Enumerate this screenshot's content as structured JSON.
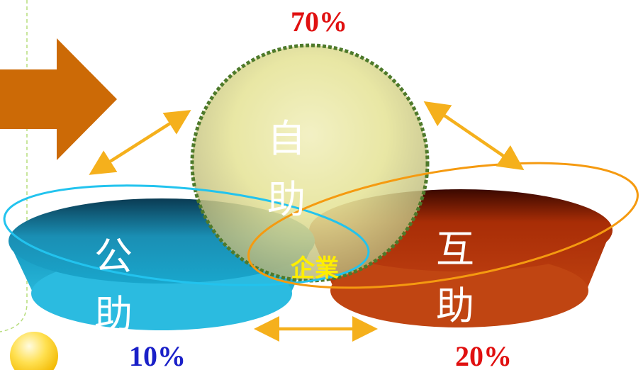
{
  "diagram": {
    "self_help": {
      "label_top": "自",
      "label_bottom": "助",
      "percent": "70%"
    },
    "public_help": {
      "label_top": "公",
      "label_bottom": "助",
      "percent": "10%"
    },
    "mutual_help": {
      "label_top": "互",
      "label_bottom": "助",
      "percent": "20%"
    },
    "center": {
      "label": "企業"
    }
  },
  "colors": {
    "self_help_percent": "#e01010",
    "public_help_percent": "#1a20c8",
    "mutual_help_percent": "#e01010",
    "arrow": "#f5b01c",
    "block_arrow": "#cc6a06",
    "public_ring": "#22c3ee",
    "mutual_ring": "#f59a10",
    "sphere_border": "#4e7a2b"
  }
}
